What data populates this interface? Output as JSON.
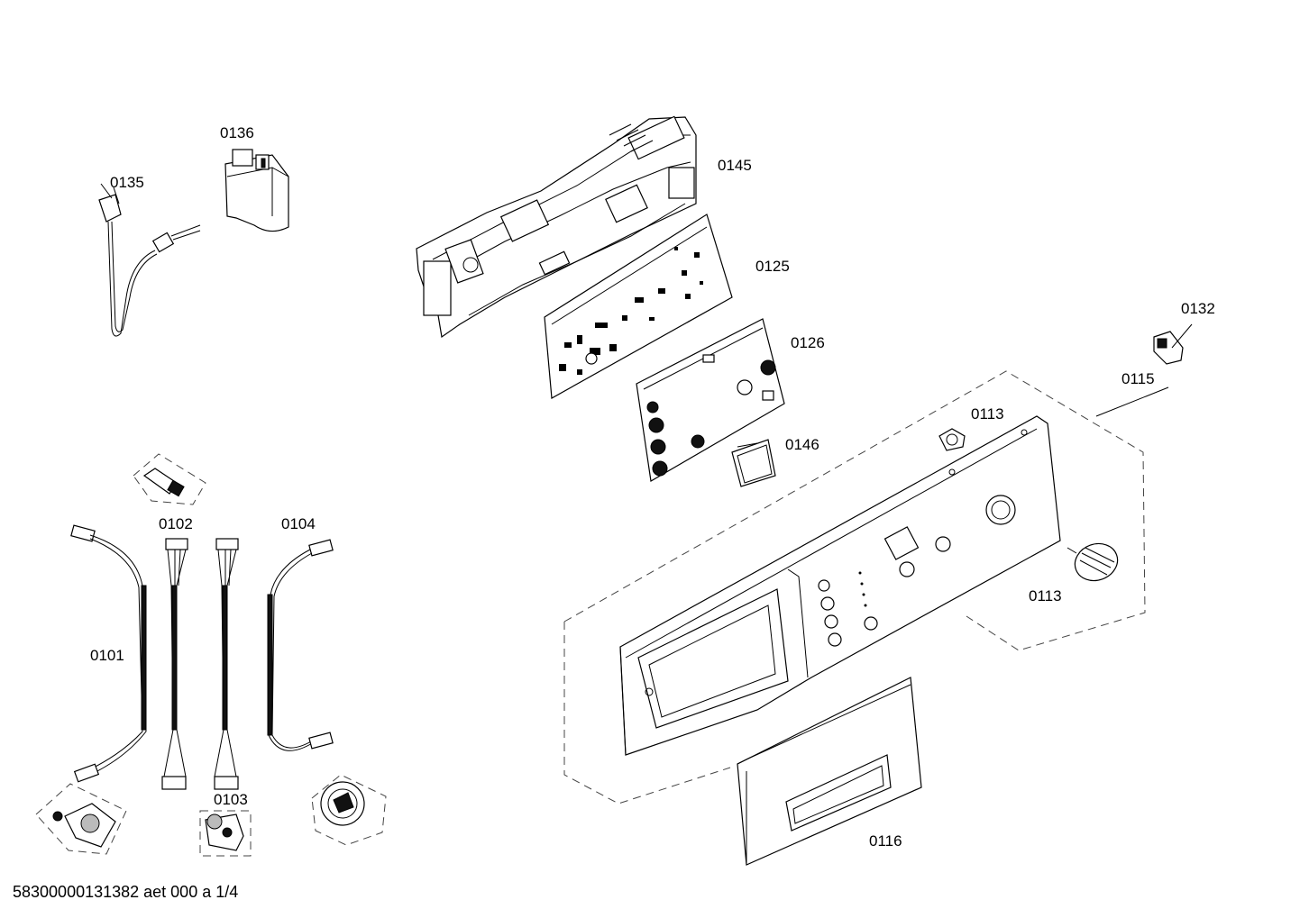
{
  "labels": {
    "p0136": "0136",
    "p0135": "0135",
    "p0145": "0145",
    "p0125": "0125",
    "p0126": "0126",
    "p0132": "0132",
    "p0115": "0115",
    "p0113a": "0113",
    "p0146": "0146",
    "p0113b": "0113",
    "p0102": "0102",
    "p0104": "0104",
    "p0101": "0101",
    "p0103": "0103",
    "p0116": "0116"
  },
  "footer": "58300000131382 aet 000 a 1/4"
}
